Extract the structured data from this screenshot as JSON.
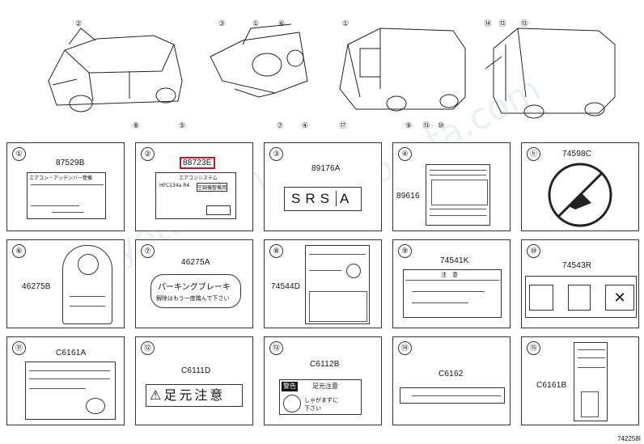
{
  "diagram_code": "742258I",
  "watermark": "toyota.com",
  "top_callouts": [
    "②",
    "③",
    "⑧",
    "⑤",
    "①",
    "⑥",
    "⑦",
    "④",
    "①",
    "⑰",
    "⑨",
    "⑬",
    "⑩",
    "⑭",
    "⑬",
    "⑬"
  ],
  "cells": [
    {
      "num": "①",
      "part": "87529B",
      "text": [
        "エアコン・アッテンバー整備"
      ]
    },
    {
      "num": "②",
      "part": "88723E",
      "highlight": true,
      "text": [
        "エアコンシステム",
        "HFC134a R4",
        "空調機整備用"
      ]
    },
    {
      "num": "③",
      "part": "89176A",
      "text": [
        "S",
        "R",
        "S",
        "A"
      ]
    },
    {
      "num": "④",
      "part": "89616",
      "text": []
    },
    {
      "num": "ⓑ",
      "part": "74598C",
      "text": []
    },
    {
      "num": "⑥",
      "part": "46275B",
      "text": []
    },
    {
      "num": "⑦",
      "part": "46275A",
      "text": [
        "パーキングブレーキ",
        "解除はもう一度踏んで下さい"
      ]
    },
    {
      "num": "⑧",
      "part": "74544D",
      "text": []
    },
    {
      "num": "⑨",
      "part": "74541K",
      "text": [
        "注　意"
      ]
    },
    {
      "num": "⑩",
      "part": "74543R",
      "text": []
    },
    {
      "num": "⑪",
      "part": "C6161A",
      "text": []
    },
    {
      "num": "⑫",
      "part": "C6111D",
      "text": [
        "足元注意"
      ]
    },
    {
      "num": "⑬",
      "part": "C6112B",
      "text": [
        "警告",
        "足元注意",
        "しゃがまずに",
        "下さい"
      ]
    },
    {
      "num": "⑭",
      "part": "C6162",
      "text": []
    },
    {
      "num": "⑮",
      "part": "C6161B",
      "text": []
    }
  ]
}
